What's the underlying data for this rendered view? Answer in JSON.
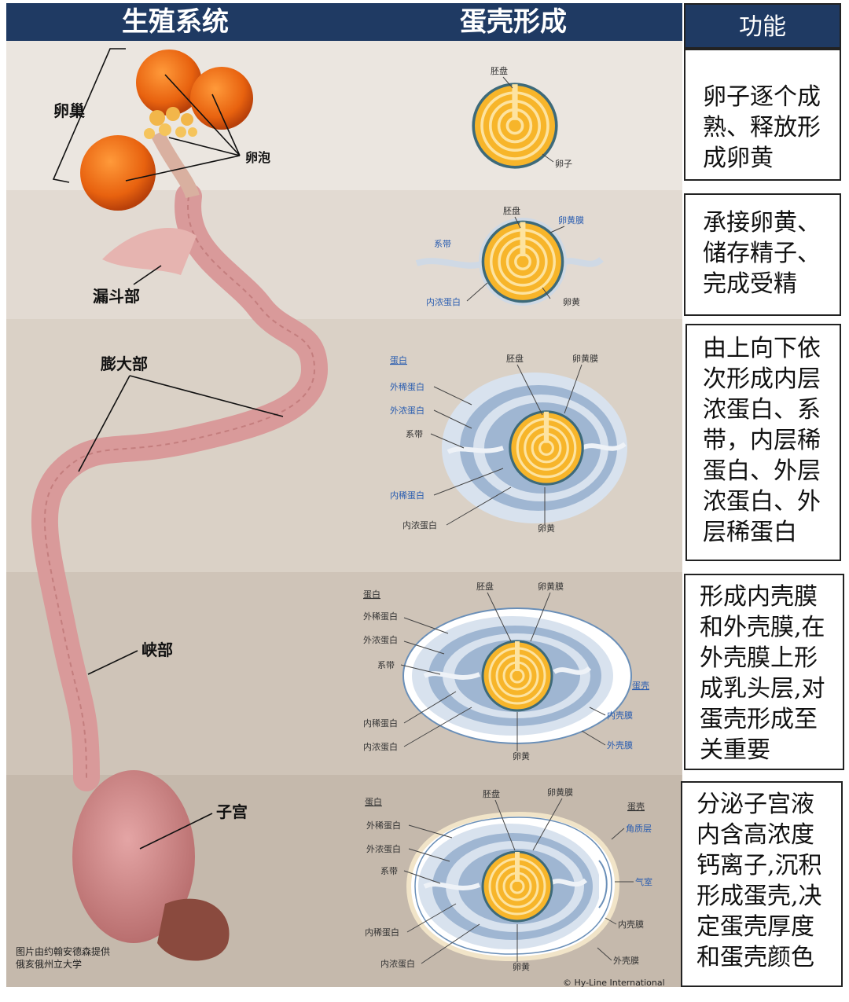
{
  "headers": {
    "reproductive_system": "生殖系统",
    "shell_formation": "蛋壳形成",
    "function": "功能"
  },
  "organs": {
    "ovary": "卵巢",
    "follicle": "卵泡",
    "infundibulum": "漏斗部",
    "magnum": "膨大部",
    "isthmus": "峡部",
    "uterus": "子宫"
  },
  "credit": {
    "line1": "图片由约翰安德森提供",
    "line2": "俄亥俄州立大学"
  },
  "copyright": "© Hy-Line International",
  "stage1": {
    "germinal_disc": "胚盘",
    "ovum": "卵子"
  },
  "stage2": {
    "germinal_disc": "胚盘",
    "vitelline_membrane": "卵黄膜",
    "chalaza": "系带",
    "inner_thick": "内浓蛋白",
    "yolk": "卵黄"
  },
  "stage3": {
    "albumen": "蛋白",
    "outer_thin": "外稀蛋白",
    "outer_thick": "外浓蛋白",
    "chalaza": "系带",
    "inner_thin": "内稀蛋白",
    "inner_thick": "内浓蛋白",
    "germinal_disc": "胚盘",
    "vitelline_membrane": "卵黄膜",
    "yolk": "卵黄"
  },
  "stage4": {
    "albumen": "蛋白",
    "outer_thin": "外稀蛋白",
    "outer_thick": "外浓蛋白",
    "chalaza": "系带",
    "inner_thin": "内稀蛋白",
    "inner_thick": "内浓蛋白",
    "germinal_disc": "胚盘",
    "vitelline_membrane": "卵黄膜",
    "yolk": "卵黄",
    "shell": "蛋壳",
    "inner_membrane": "内壳膜",
    "outer_membrane": "外壳膜"
  },
  "stage5": {
    "albumen": "蛋白",
    "outer_thin": "外稀蛋白",
    "outer_thick": "外浓蛋白",
    "chalaza": "系带",
    "inner_thin": "内稀蛋白",
    "inner_thick": "内浓蛋白",
    "germinal_disc": "胚盘",
    "vitelline_membrane": "卵黄膜",
    "yolk": "卵黄",
    "shell": "蛋壳",
    "cuticle": "角质层",
    "air_cell": "气室",
    "inner_membrane": "内壳膜",
    "outer_membrane": "外壳膜"
  },
  "functions": [
    "卵子逐个成\n熟、释放形\n成卵黄",
    "承接卵黄、\n储存精子、\n完成受精",
    "由上向下依\n次形成内层\n浓蛋白、系\n带，内层稀\n蛋白、外层\n浓蛋白、外\n层稀蛋白",
    "形成内壳膜\n和外壳膜,在\n外壳膜上形\n成乳头层,对\n蛋壳形成至\n关重要",
    "分泌子宫液\n内含高浓度\n钙离子,沉积\n形成蛋壳,决\n定蛋壳厚度\n和蛋壳颜色"
  ],
  "colors": {
    "header_bg": "#1f3a63",
    "yolk": "#f7b52a",
    "albumen_thin": "#d8e2ee",
    "albumen_thick": "#9fb6d2",
    "oviduct": "#d99a9a",
    "follicle": "#e8620f"
  }
}
